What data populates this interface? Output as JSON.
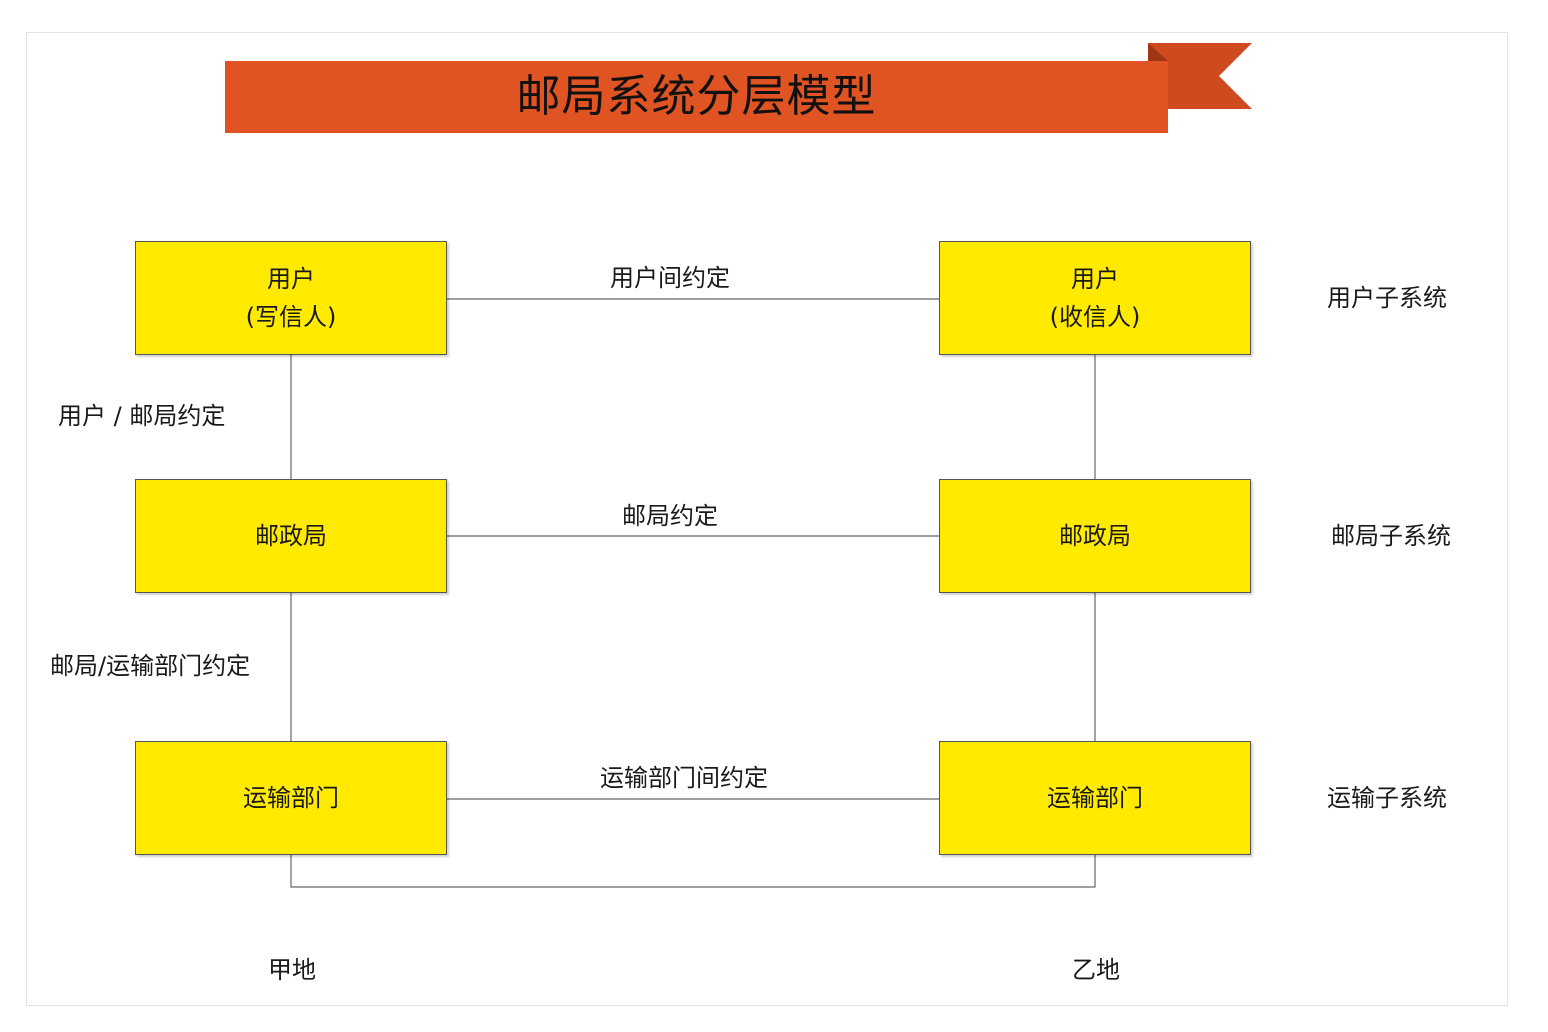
{
  "title": "邮局系统分层模型",
  "colors": {
    "banner": "#e05322",
    "banner_tail": "#cf4a1e",
    "box_fill": "#ffea00",
    "line": "#666666"
  },
  "nodes": {
    "sender_user": {
      "line1": "用户",
      "line2": "(写信人)"
    },
    "receiver_user": {
      "line1": "用户",
      "line2": "(收信人)"
    },
    "post_office_a": {
      "label": "邮政局"
    },
    "post_office_b": {
      "label": "邮政局"
    },
    "transport_a": {
      "label": "运输部门"
    },
    "transport_b": {
      "label": "运输部门"
    }
  },
  "edge_labels": {
    "user_user": "用户间约定",
    "post_post": "邮局约定",
    "transport_transport": "运输部门间约定",
    "user_post": "用户 / 邮局约定",
    "post_transport": "邮局/运输部门约定"
  },
  "subsystems": {
    "user": "用户子系统",
    "post": "邮局子系统",
    "transport": "运输子系统"
  },
  "locations": {
    "a": "甲地",
    "b": "乙地"
  }
}
